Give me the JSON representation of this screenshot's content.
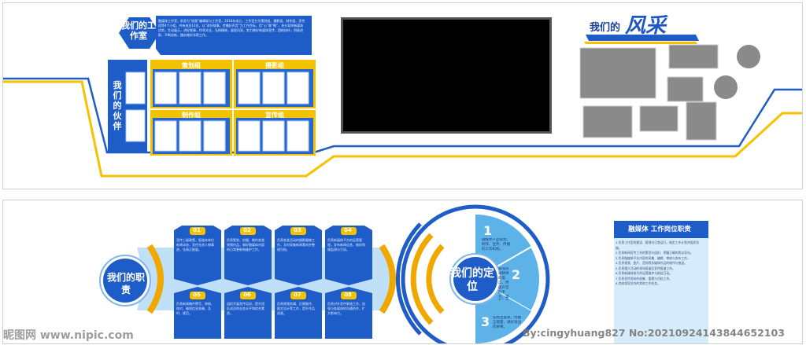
{
  "studio": {
    "title": "我们的工作室",
    "intro": "融媒体工作室，前身为“校报”编辑部与工作室，2018年成立，工作室分为策划组、摄影组、制作组、宣传组等4个小组，共有成员14名，以“讲好故事，传播好声音”为工作目标，用“心”做“微”，充分发挥新媒体优势，生动展示，讲好故事，传承文化，弘扬精神，展现风采，努力做好新媒体宣传，团结协作，积极进取，不断创新，踏实做好本职工作。"
  },
  "partners": {
    "title": "我们的伙伴",
    "groups": [
      "策划组",
      "摄影组",
      "制作组",
      "宣传组"
    ]
  },
  "showcase": {
    "title": "我们的",
    "title_big": "风采"
  },
  "duties_section": {
    "title": "我们的职责",
    "cards": [
      {
        "num": "01",
        "text": "宣传上级政策，报道本单位新闻动态，宣传先进人物事迹，弘扬正能量。"
      },
      {
        "num": "02",
        "text": "负责策划、拍摄、制作各类视频作品，做好融媒体内容的日常更新和维护工作。"
      },
      {
        "num": "03",
        "text": "负责各类活动的摄影摄像工作，及时采集新闻素材并整理归档。"
      },
      {
        "num": "04",
        "text": "负责新媒体平台的运营管理，发布新闻信息，做好舆情监测与引导。"
      },
      {
        "num": "05",
        "text": "负责新闻稿件撰写、审核、校对，确保信息准确、及时、规范。"
      },
      {
        "num": "06",
        "text": "组织开展宣传培训，提升团队成员的业务水平和综合素质。"
      },
      {
        "num": "07",
        "text": "负责视频剪辑、后期制作、图文设计等工作，提升作品质量。"
      },
      {
        "num": "08",
        "text": "负责对外宣传联络工作，加强与各媒体的沟通合作，扩大影响力。"
      }
    ]
  },
  "position_section": {
    "title": "我们的定位",
    "segments": [
      {
        "num": "1",
        "text": "融媒体产品策划、制作、宣传、传播的工作机构。"
      },
      {
        "num": "2",
        "text": "展现风采精神的窗口，传递声音的平台，凝聚力量的纽带。"
      },
      {
        "num": "3",
        "text": "弘扬主旋律，传播正能量，讲好身边的故事。"
      }
    ]
  },
  "job_duties": {
    "title": "融媒体 工作岗位职责",
    "items": [
      "1.负责工作室的建设、管理与日常运行，制定工作计划并组织实施。",
      "2.负责新闻宣传工作的策划与组织，把握正确的舆论导向。",
      "3.负责融媒体平台内容的采集、编辑、审核与发布工作。",
      "4.负责视频、图片、音频等多媒体作品的制作与推送。",
      "5.负责重大活动的现场报道及宣传报道工作。",
      "6.负责新媒体账号的运营维护与粉丝互动。",
      "7.负责宣传资料的收集、整理与归档工作。",
      "8.完成领导交办的其他工作任务。"
    ]
  },
  "watermarks": {
    "left": "昵图网 www.nipic.com",
    "right": "By:cingyhuang827 No:20210924143844652103"
  },
  "colors": {
    "blue": "#1e5cc8",
    "dark_blue": "#1a3f95",
    "light_blue": "#bfe0f7",
    "yellow": "#f5c200",
    "orange": "#f0a800",
    "photo_gray": "#8a8a8a",
    "screen": "#000000"
  }
}
